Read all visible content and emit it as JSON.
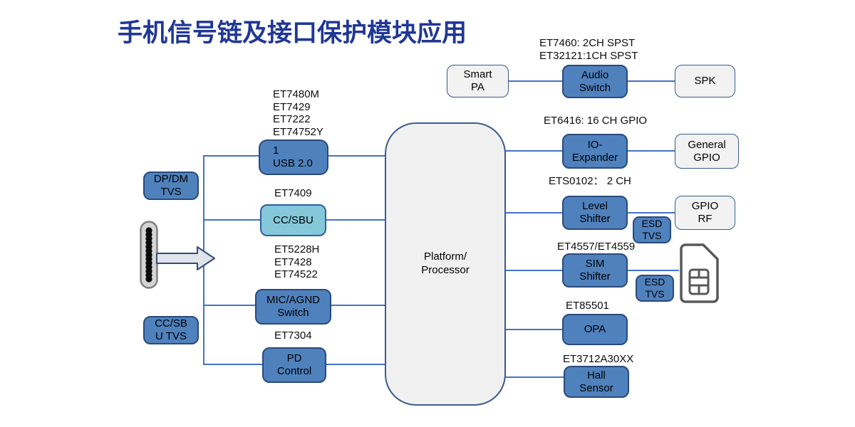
{
  "title": "手机信号链及接口保护模块应用",
  "colors": {
    "title": "#1f3795",
    "line": "#4472c4",
    "box_blue_fill": "#4f81bd",
    "box_blue_border": "#2a4a7c",
    "box_cyan_fill": "#84c8da",
    "box_cyan_border": "#2f5f9e",
    "box_gray_fill": "#f2f2f2",
    "box_gray_border": "#3a5a8c"
  },
  "labels": {
    "usb_parts": "ET7480M\nET7429\nET7222\nET74752Y",
    "ccsbu_part": "ET7409",
    "mic_parts": "ET5228H\nET7428\nET74522",
    "pd_part": "ET7304",
    "audio_parts": "ET7460: 2CH SPST\nET32121:1CH SPST",
    "io_part": "ET6416: 16 CH GPIO",
    "level_part": "ETS0102： 2 CH",
    "sim_part": "ET4557/ET4559",
    "opa_part": "ET85501",
    "hall_part": "ET3712A30XX"
  },
  "boxes": {
    "usb": "1\nUSB 2.0",
    "ccsbu": "CC/SBU",
    "mic": "MIC/AGND\nSwitch",
    "pd": "PD\nControl",
    "dpdm_tvs": "DP/DM\nTVS",
    "ccsb_tvs": "CC/SB\nU TVS",
    "platform": "Platform/\nProcessor",
    "audio": "Audio\nSwitch",
    "io": "IO-\nExpander",
    "level": "Level\nShifter",
    "sim": "SIM\nShifter",
    "opa": "OPA",
    "hall": "Hall\nSensor",
    "esd1": "ESD\nTVS",
    "esd2": "ESD\nTVS",
    "smart_pa": "Smart\nPA",
    "spk": "SPK",
    "general_gpio": "General\nGPIO",
    "gpio_rf": "GPIO\nRF"
  },
  "icons": {
    "connector": "usb-c-connector-icon",
    "arrow": "right-arrow-icon",
    "sim": "sim-card-icon"
  }
}
